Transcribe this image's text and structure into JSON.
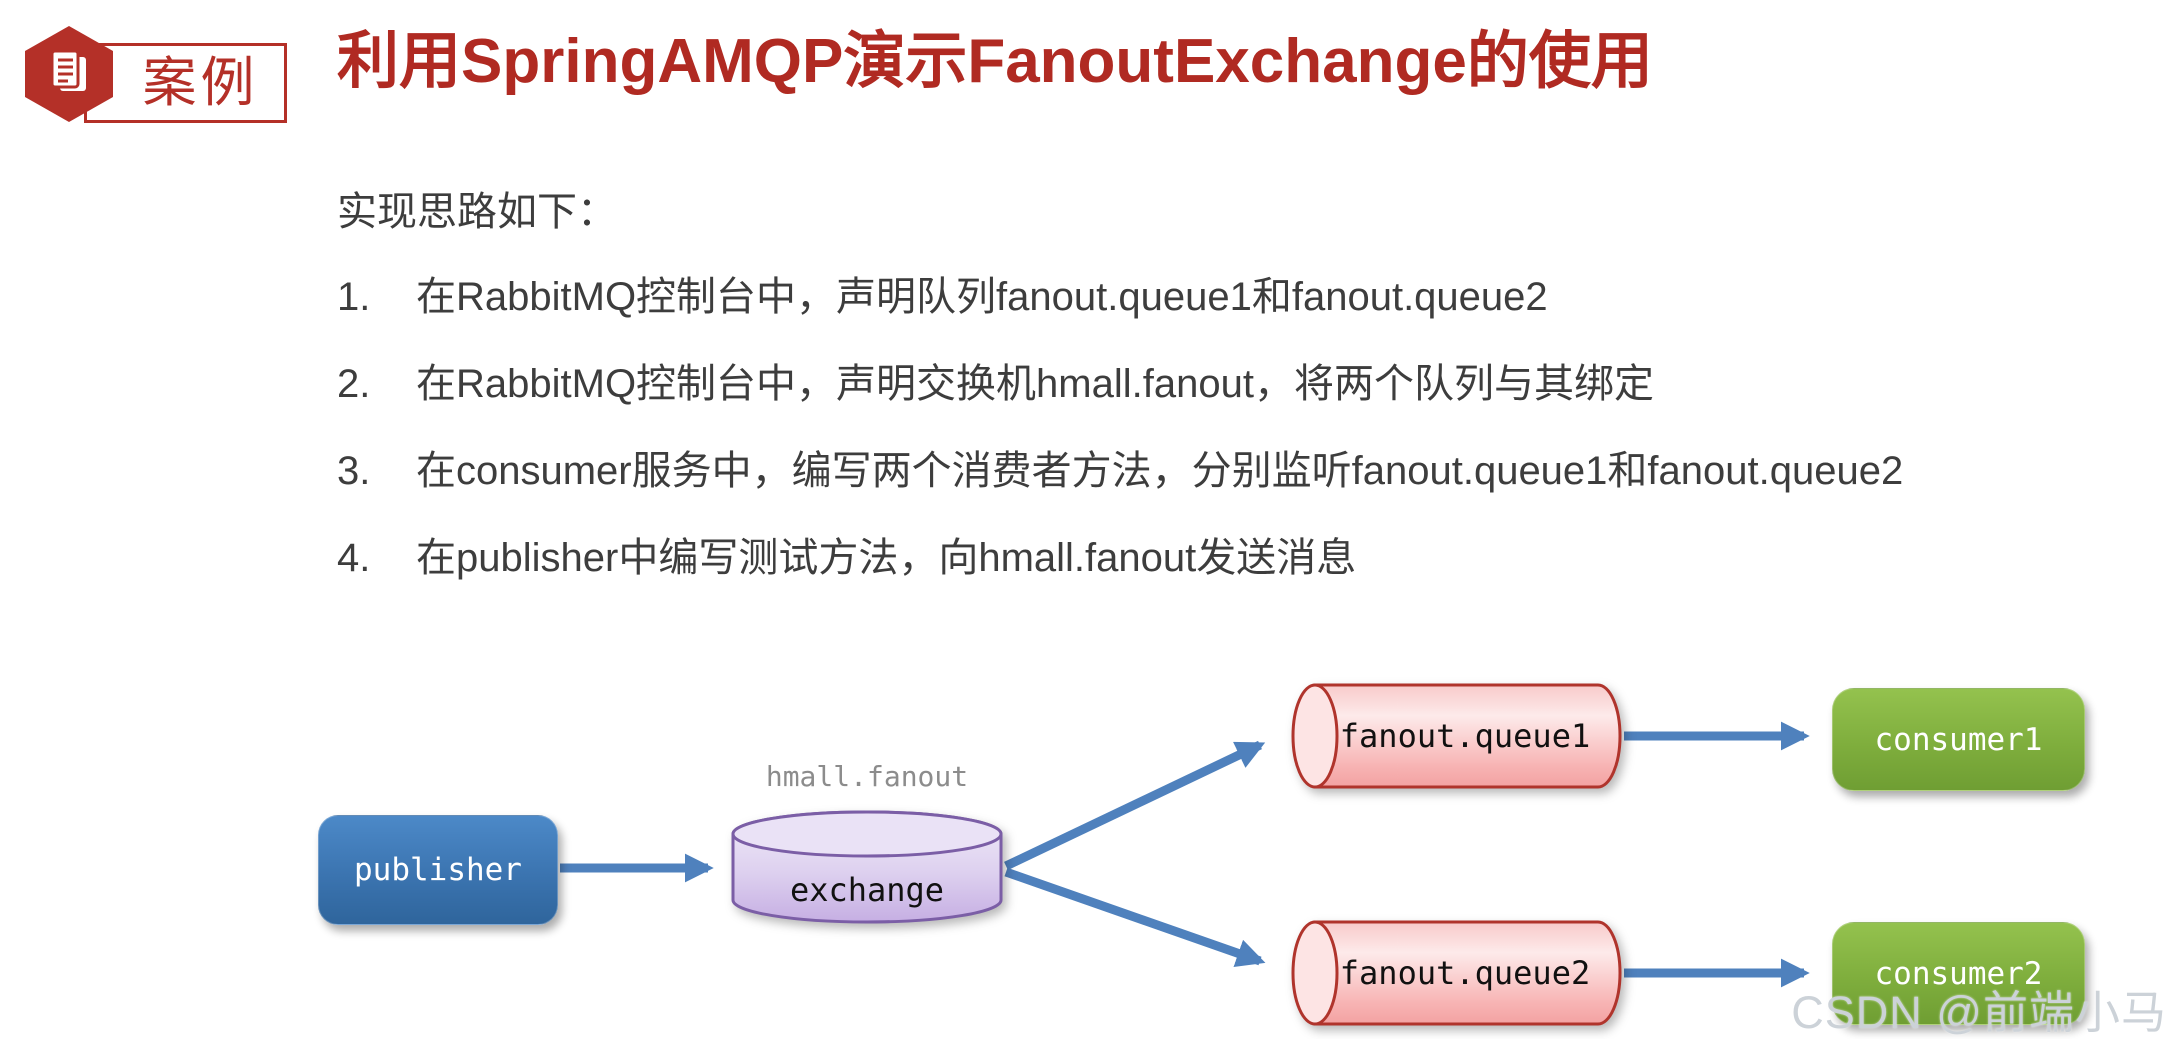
{
  "header": {
    "badge_label": "案例",
    "title": "利用SpringAMQP演示FanoutExchange的使用",
    "accent_color": "#b02a22"
  },
  "body": {
    "intro": "实现思路如下：",
    "steps": [
      {
        "num": "1.",
        "text": "在RabbitMQ控制台中，声明队列fanout.queue1和fanout.queue2"
      },
      {
        "num": "2.",
        "text": "在RabbitMQ控制台中，声明交换机hmall.fanout，将两个队列与其绑定"
      },
      {
        "num": "3.",
        "text": "在consumer服务中，编写两个消费者方法，分别监听fanout.queue1和fanout.queue2"
      },
      {
        "num": "4.",
        "text": "在publisher中编写测试方法，向hmall.fanout发送消息"
      }
    ]
  },
  "diagram": {
    "publisher_label": "publisher",
    "exchange_name": "hmall.fanout",
    "exchange_label": "exchange",
    "queue1_label": "fanout.queue1",
    "queue2_label": "fanout.queue2",
    "consumer1_label": "consumer1",
    "consumer2_label": "consumer2",
    "colors": {
      "arrow": "#4f81bd",
      "publisher_blue": "#3b74b0",
      "exchange_purple_border": "#7b5ea6",
      "queue_red_border": "#b0342c",
      "consumer_green": "#7fae3d"
    }
  },
  "watermark": "CSDN @前端小马"
}
